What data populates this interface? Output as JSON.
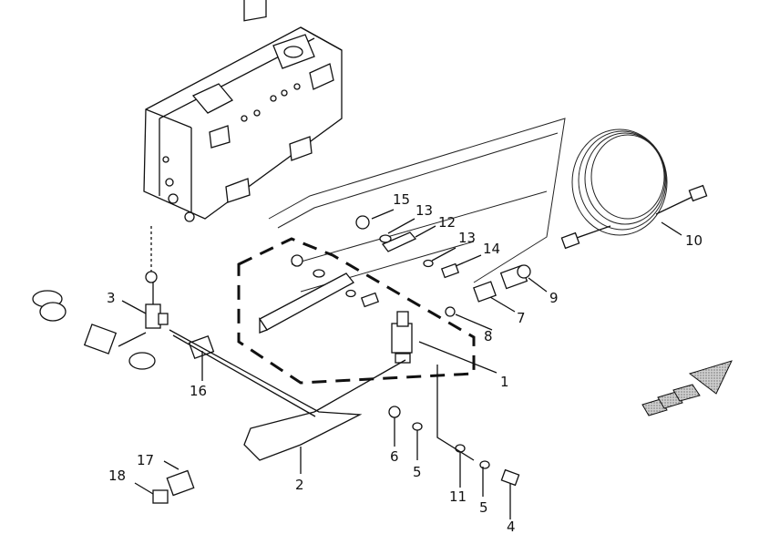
{
  "callouts": {
    "p1": "1",
    "p2": "2",
    "p3": "3",
    "p4": "4",
    "p5a": "5",
    "p5b": "5",
    "p6": "6",
    "p7": "7",
    "p8": "8",
    "p9": "9",
    "p10": "10",
    "p11": "11",
    "p12": "12",
    "p13a": "13",
    "p13b": "13",
    "p14": "14",
    "p15": "15",
    "p16": "16",
    "p17": "17",
    "p18": "18"
  },
  "colors": {
    "ink": "#111111",
    "paper": "#ffffff",
    "arrow_fill": "#9a9a9a"
  },
  "icons": {
    "direction_arrow": "forward-direction-arrow-icon"
  }
}
